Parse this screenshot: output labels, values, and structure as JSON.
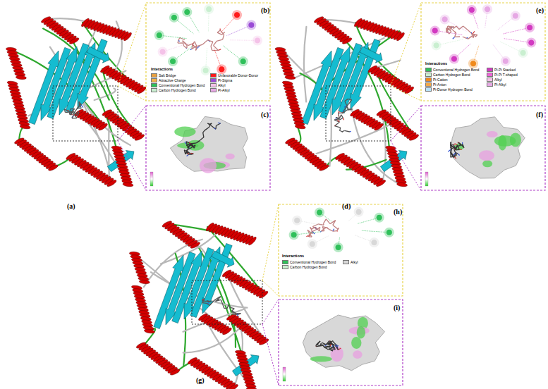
{
  "diagram": {
    "labels": [
      "(a)",
      "(b)",
      "Interactions",
      "(c)",
      "(d)",
      "(e)",
      "Interactions",
      "(f)",
      "(g)",
      "(h)",
      "Interactions",
      "(i)"
    ],
    "legend": [
      {
        "text": "Salt Bridge",
        "color": "#e8a040"
      },
      {
        "text": "Attractive Charge",
        "color": "#f2b24a"
      },
      {
        "text": "Conventional Hydrogen Bond",
        "color": "#2fc05a"
      },
      {
        "text": "Carbon Hydrogen Bond",
        "color": "#c9efd0"
      },
      {
        "text": "Unfavorable Donor-Donor",
        "color": "#ff1a1a"
      },
      {
        "text": "Pi-Sigma",
        "color": "#9a4bd6"
      },
      {
        "text": "Alkyl",
        "color": "#f4c2e8"
      },
      {
        "text": "Pi-Alkyl",
        "color": "#e6a8e4"
      },
      {
        "text": "Conventional Hydrogen Bond",
        "color": "#2fc05a"
      },
      {
        "text": "Carbon Hydrogen Bond",
        "color": "#c9efd0"
      },
      {
        "text": "Pi-Cation",
        "color": "#f08a1c"
      },
      {
        "text": "Pi-Anion",
        "color": "#f2a844"
      },
      {
        "text": "Pi-Donor Hydrogen Bond",
        "color": "#b8e2f8"
      },
      {
        "text": "Pi-Pi Stacked",
        "color": "#d23ac1"
      },
      {
        "text": "Pi-Pi T-shaped",
        "color": "#ee66d8"
      },
      {
        "text": "Alkyl",
        "color": "#f4c2e8"
      },
      {
        "text": "Pi-Alkyl",
        "color": "#e6a8e4"
      },
      {
        "text": "Conventional Hydrogen Bond",
        "color": "#2fc05a"
      },
      {
        "text": "Carbon Hydrogen Bond",
        "color": "#c9efd0"
      },
      {
        "text": "Alkyl",
        "color": "#d8d8d8"
      }
    ]
  }
}
